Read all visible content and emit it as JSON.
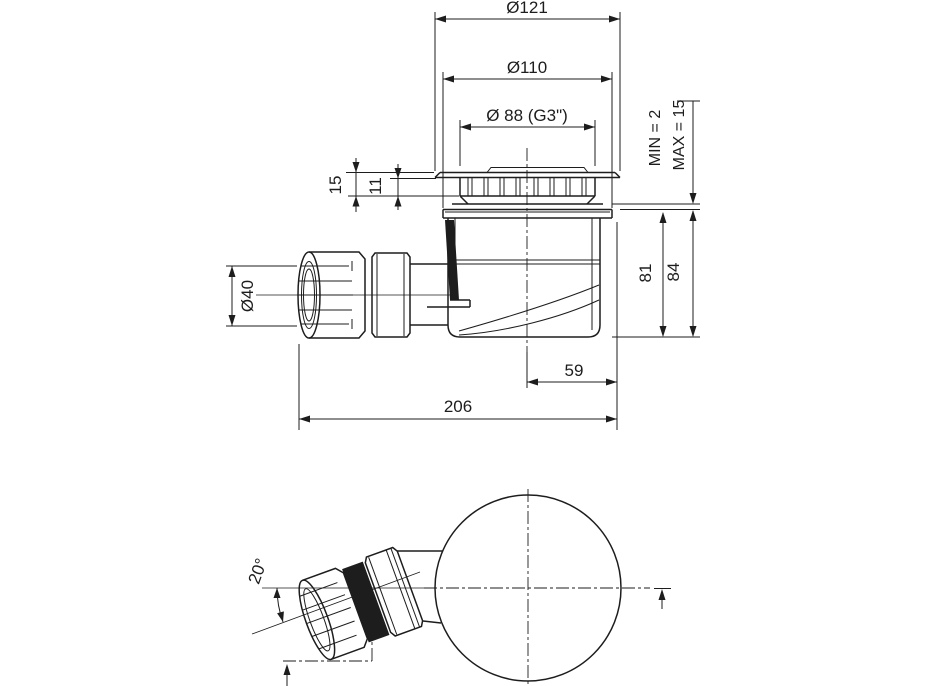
{
  "drawing": {
    "type": "technical-drawing",
    "subject": "shower-drain-trap-two-views",
    "colors": {
      "line": "#1d1d1d",
      "background": "#ffffff"
    },
    "dimensions": {
      "flange_outer": "Ø121",
      "flange_mid": "Ø110",
      "thread": "Ø 88  (G3\")",
      "clearance_min": "MIN = 2",
      "clearance_max": "MAX = 15",
      "cap_height": "15",
      "ring_height": "11",
      "body_height": "81",
      "total_height": "84",
      "outlet_diameter": "Ø40",
      "outlet_offset": "59",
      "total_length": "206",
      "outlet_angle": "20°"
    }
  }
}
